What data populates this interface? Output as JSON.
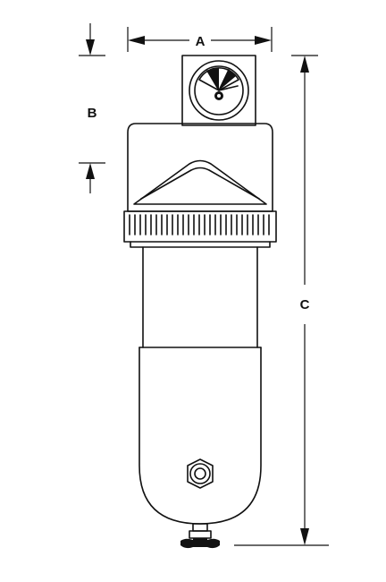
{
  "diagram": {
    "dimension_labels": {
      "a": "A",
      "b": "B",
      "c": "C"
    },
    "colors": {
      "line": "#111111",
      "background": "#ffffff"
    }
  }
}
